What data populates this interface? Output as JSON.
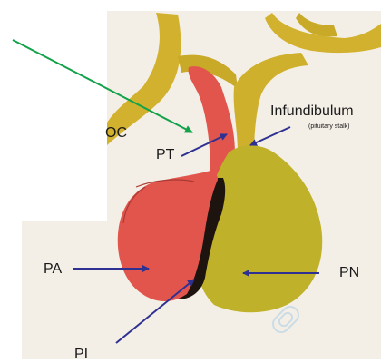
{
  "labels": {
    "infundibulum": "Infundibulum",
    "pituitary_stalk": "(pituitary stalk)",
    "oc": "OC",
    "pt": "PT",
    "pa": "PA",
    "pn": "PN",
    "pi": "PI"
  },
  "colors": {
    "anterior_lobe": "#e2554d",
    "posterior_lobe": "#c2b52a",
    "stalk": "#d1b12d",
    "pars_intermedia": "#1e140f",
    "arrow_blue": "#2e3192",
    "arrow_green": "#11a24a",
    "background_panel": "#f4efe6"
  },
  "icons": {
    "watermark": "logo-watermark-icon"
  }
}
